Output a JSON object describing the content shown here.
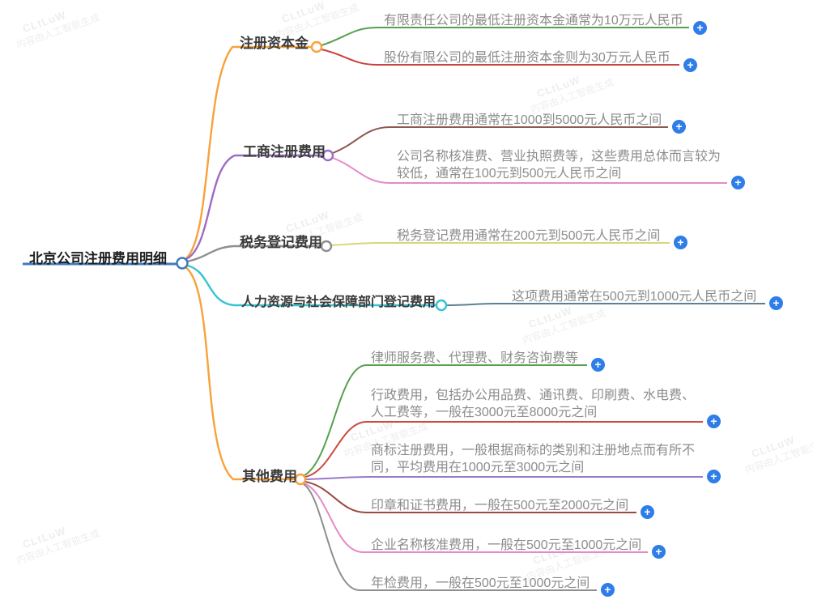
{
  "root": {
    "label": "北京公司注册费用明细",
    "color": "#3e7cb9"
  },
  "branches": [
    {
      "label": "注册资本金",
      "color": "#f7a23c",
      "leaves": [
        {
          "text": "有限责任公司的最低注册资本金通常为10万元人民币",
          "color": "#55a14e"
        },
        {
          "text": "股份有限公司的最低注册资本金则为30万元人民币",
          "color": "#c8443c"
        }
      ]
    },
    {
      "label": "工商注册费用",
      "color": "#9e6cc3",
      "leaves": [
        {
          "text": "工商注册费用通常在1000到5000元人民币之间",
          "color": "#8d5a50"
        },
        {
          "text": "公司名称核准费、营业执照费等，这些费用总体而言较为较低，通常在100元到500元人民币之间",
          "color": "#e689c8"
        }
      ]
    },
    {
      "label": "税务登记费用",
      "color": "#8f8f8f",
      "leaves": [
        {
          "text": "税务登记费用通常在200元到500元人民币之间",
          "color": "#d9d578"
        }
      ]
    },
    {
      "label": "人力资源与社会保障部门登记费用",
      "color": "#36c3d3",
      "leaves": [
        {
          "text": "这项费用通常在500元到1000元人民币之间",
          "color": "#5d7f93"
        }
      ]
    },
    {
      "label": "其他费用",
      "color": "#f7a23c",
      "leaves": [
        {
          "text": "律师服务费、代理费、财务咨询费等",
          "color": "#55a14e"
        },
        {
          "text": "行政费用，包括办公用品费、通讯费、印刷费、水电费、人工费等，一般在3000元至8000元之间",
          "color": "#cc4b42"
        },
        {
          "text": "商标注册费用，一般根据商标的类别和注册地点而有所不同，平均费用在1000元至3000元之间",
          "color": "#9b79cb"
        },
        {
          "text": "印章和证书费用，一般在500元至2000元之间",
          "color": "#9b4a41"
        },
        {
          "text": "企业名称核准费用，一般在500元至1000元之间",
          "color": "#e689c8"
        },
        {
          "text": "年检费用，一般在500元至1000元之间",
          "color": "#8f8f8f"
        }
      ]
    }
  ],
  "expand_icon": {
    "glyph": "+",
    "color": "#2e7de9"
  },
  "watermark": {
    "line1": "CLtLuW",
    "line2": "内容由人工智能生成"
  }
}
